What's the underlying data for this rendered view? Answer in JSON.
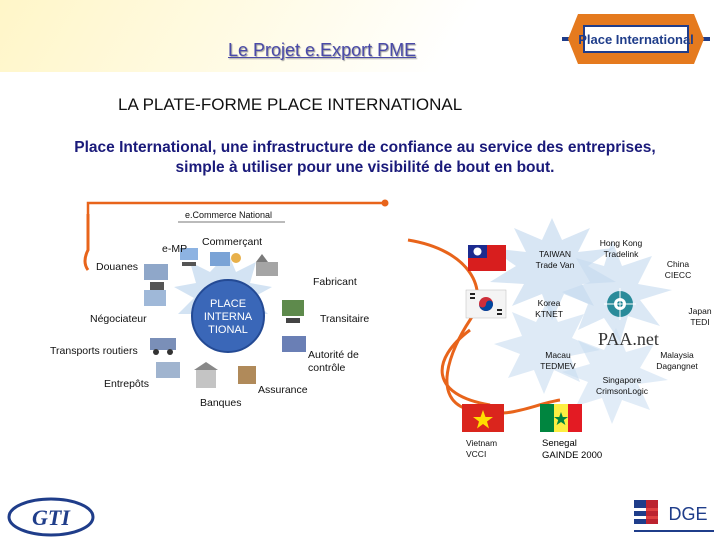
{
  "header": {
    "title": "Le Projet e.Export PME",
    "logo_text": "Place International"
  },
  "subtitle": "LA PLATE-FORME PLACE INTERNATIONAL",
  "tagline": "Place International, une infrastructure de confiance au service des entreprises, simple à utiliser pour une visibilité de bout en bout.",
  "diagram": {
    "national_label": "e.Commerce National",
    "hub": "PLACE INTERNA TIONAL",
    "nodes": {
      "emp": "e-MP",
      "commercant": "Commerçant",
      "douanes": "Douanes",
      "fabricant": "Fabricant",
      "negociateur": "Négociateur",
      "transitaire": "Transitaire",
      "transports": "Transports routiers",
      "autorite": "Autorité de contrôle",
      "entrepots": "Entrepôts",
      "assurance": "Assurance",
      "banques": "Banques"
    },
    "partners": {
      "taiwan": "TAIWAN Trade Van",
      "hongkong": "Hong Kong Tradelink",
      "china": "China CIECC",
      "korea": "Korea KTNET",
      "japan": "Japan TEDI",
      "paa": "PAA.net",
      "macau": "Macau TEDMEV",
      "malaysia": "Malaysia Dagangnet",
      "singapore": "Singapore CrimsonLogic",
      "vietnam": "Vietnam VCCI",
      "senegal": "Senegal GAINDE 2000"
    }
  },
  "footer": {
    "left_logo": "GTI",
    "right_logo": "DGE"
  },
  "colors": {
    "title": "#4a4aa8",
    "tagline": "#1a1a7a",
    "curve": "#e8641b",
    "hub": "#3a67b8",
    "star": "#c8dcf0"
  }
}
